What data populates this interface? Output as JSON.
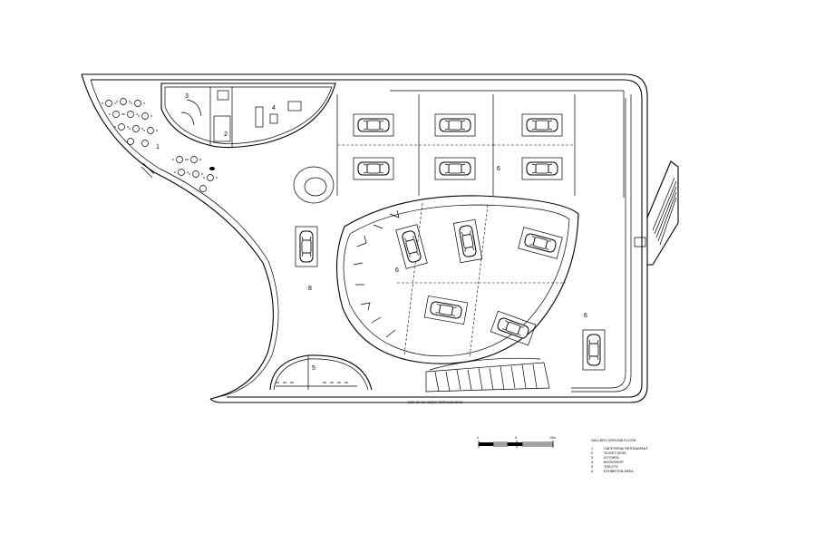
{
  "drawing": {
    "room_numbers": {
      "cafeteria": "1",
      "ticket_desk": "2",
      "kitchen": "3",
      "bookshop": "4",
      "toilets": "5",
      "lobby": "8",
      "exhibition_center": "6",
      "exhibition_top": "6",
      "exhibition_right": "6"
    },
    "entrance_note": "SEE SK SN-10000 TERRACE.DWG"
  },
  "scale_bar": {
    "ticks": [
      "0",
      "5",
      "10m"
    ]
  },
  "legend": {
    "title": "GALLERY GROUND FLOOR",
    "items": [
      {
        "num": "1",
        "text": "CAFETERIA/ RESTAURANT"
      },
      {
        "num": "2",
        "text": "TICKET DESK"
      },
      {
        "num": "3",
        "text": "KITCHEN"
      },
      {
        "num": "4",
        "text": "BOOKSHOP"
      },
      {
        "num": "5",
        "text": "TOILETS"
      },
      {
        "num": "6",
        "text": "EXHIBITION AREA"
      }
    ]
  },
  "cars": [
    {
      "id": "car-top-row-1",
      "angle": 0
    },
    {
      "id": "car-top-row-2",
      "angle": 0
    },
    {
      "id": "car-top-row-3",
      "angle": 0
    },
    {
      "id": "car-second-row-1",
      "angle": 0
    },
    {
      "id": "car-second-row-2",
      "angle": 0
    },
    {
      "id": "car-second-row-3",
      "angle": 0
    },
    {
      "id": "car-lobby",
      "angle": 90
    },
    {
      "id": "car-oval-1",
      "angle": 75
    },
    {
      "id": "car-oval-2",
      "angle": 80
    },
    {
      "id": "car-oval-3",
      "angle": 15
    },
    {
      "id": "car-oval-4",
      "angle": 10
    },
    {
      "id": "car-oval-5",
      "angle": 20
    },
    {
      "id": "car-right",
      "angle": 90
    }
  ]
}
